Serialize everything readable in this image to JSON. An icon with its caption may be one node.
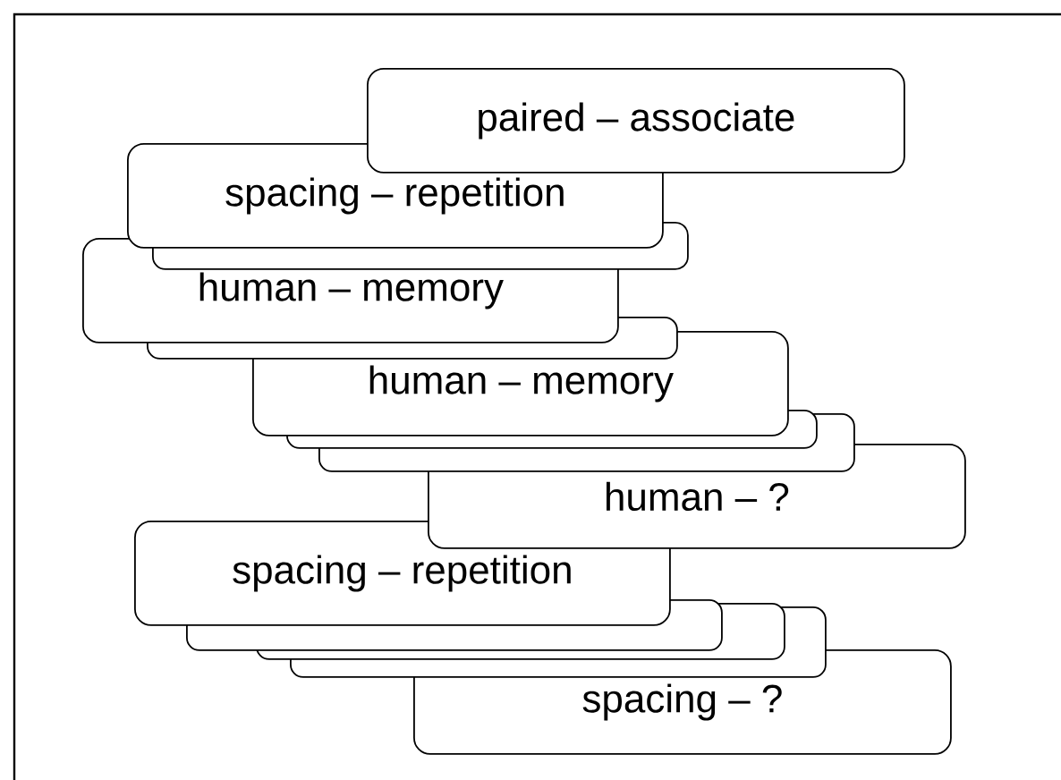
{
  "diagram": {
    "nodes": [
      {
        "text": [
          "paired – associate"
        ]
      },
      {
        "text": [
          "spacing – repetition"
        ]
      },
      {
        "text": [],
        "shape": "box"
      },
      {
        "text": [
          "human – memory"
        ]
      },
      {
        "text": [],
        "shape": "box"
      },
      {
        "text": [
          "human – memory"
        ]
      },
      {
        "text": [],
        "shape": "box"
      },
      {
        "text": [],
        "shape": "box"
      },
      {
        "text": [
          "human – ?"
        ]
      },
      {
        "text": [
          "spacing – repetition"
        ]
      },
      {
        "text": [],
        "shape": "box"
      },
      {
        "text": [],
        "shape": "box"
      },
      {
        "text": [],
        "shape": "box"
      },
      {
        "text": [
          "spacing – ?"
        ]
      }
    ],
    "edges": []
  }
}
